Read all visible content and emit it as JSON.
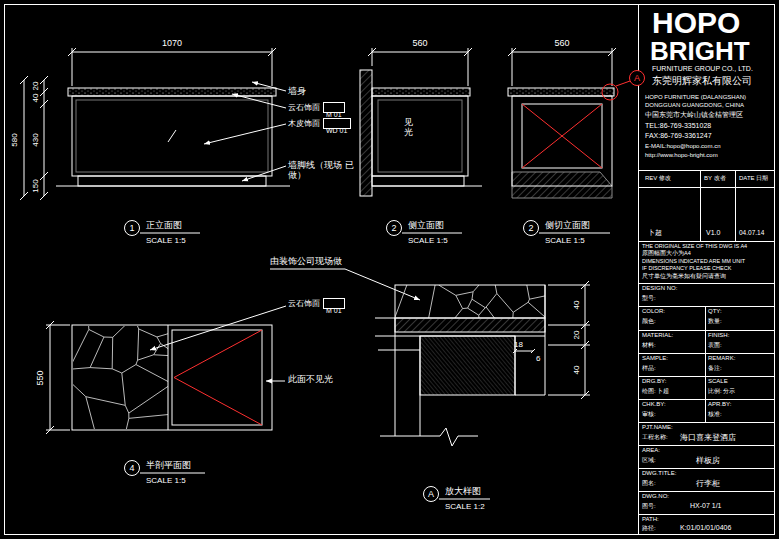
{
  "diagram": {
    "nodes": [
      {
        "text": [
          "A"
        ]
      },
      {
        "text": [
          "M 01"
        ]
      },
      {
        "text": [
          "WD 01"
        ]
      },
      {
        "text": [
          "1"
        ]
      },
      {
        "text": [
          "2"
        ]
      },
      {
        "text": [
          "2"
        ]
      },
      {
        "text": [
          "M 01"
        ]
      },
      {
        "text": [
          "4"
        ]
      },
      {
        "text": [
          "A"
        ]
      }
    ],
    "labels": [
      "1070",
      "20",
      "40",
      "430",
      "580",
      "150",
      "墙身",
      "云石饰面",
      "木皮饰面",
      "墙脚线（现场 已做）",
      "560",
      "见光",
      "560",
      "正立面图",
      "SCALE 1:5",
      "侧立面图",
      "SCALE 1:5",
      "侧切立面图",
      "SCALE 1:5",
      "由装饰公司现场做",
      "云石饰面",
      "550",
      "此面不见光",
      "40",
      "18",
      "6",
      "20",
      "40",
      "半剖平面图",
      "SCALE 1:5",
      "放大样图",
      "SCALE 1:2",
      "HOPO",
      "BRIGHT",
      "FURNITURE GROUP CO., LTD.",
      "东莞明辉家私有限公司",
      "HOPO FURNITURE (DALANGSHAN)",
      "DONGGUAN GUANGDONG, CHINA",
      "中国东莞市大岭山镇金桔管理区",
      "TEL:86-769-3351028",
      "FAX:86-769-3361247",
      "E-MAIL:hopo@hopo.com.cn",
      "http://www.hopo-bright.com",
      "REV 修改",
      "BY 改者",
      "DATE 日期",
      "卜超",
      "V1.0",
      "04.07.14",
      "THE ORIGINAL SIZE OF THIS DWG IS A4",
      "原图幅面大小为A4",
      "DIMENSIONS INDICATED ARE MM UNIT",
      "IF DISCREPANCY PLEASE CHECK",
      "尺寸单位为毫米如有疑问请查询",
      "DESIGN NO:",
      "型号:",
      "COLOR:",
      "QTY:",
      "颜色:",
      "数量:",
      "MATERIAL:",
      "FINISH:",
      "材料:",
      "表面:",
      "SAMPLE:",
      "REMARK:",
      "样品:",
      "备注:",
      "DRG.BY:",
      "SCALE",
      "绘图: 卜超",
      "比例: 分示",
      "CHK.BY:",
      "APR.BY:",
      "审核:",
      "核准:",
      "PJT.NAME:",
      "工程名称:",
      "海口喜来登酒店",
      "AREA:",
      "区域:",
      "样板房",
      "DWG.TITLE:",
      "图名:",
      "行李柜",
      "DWG.NO:",
      "图号:",
      "HX-07 1/1",
      "PATH:",
      "路径:",
      "K:01/01/01/0406"
    ]
  }
}
